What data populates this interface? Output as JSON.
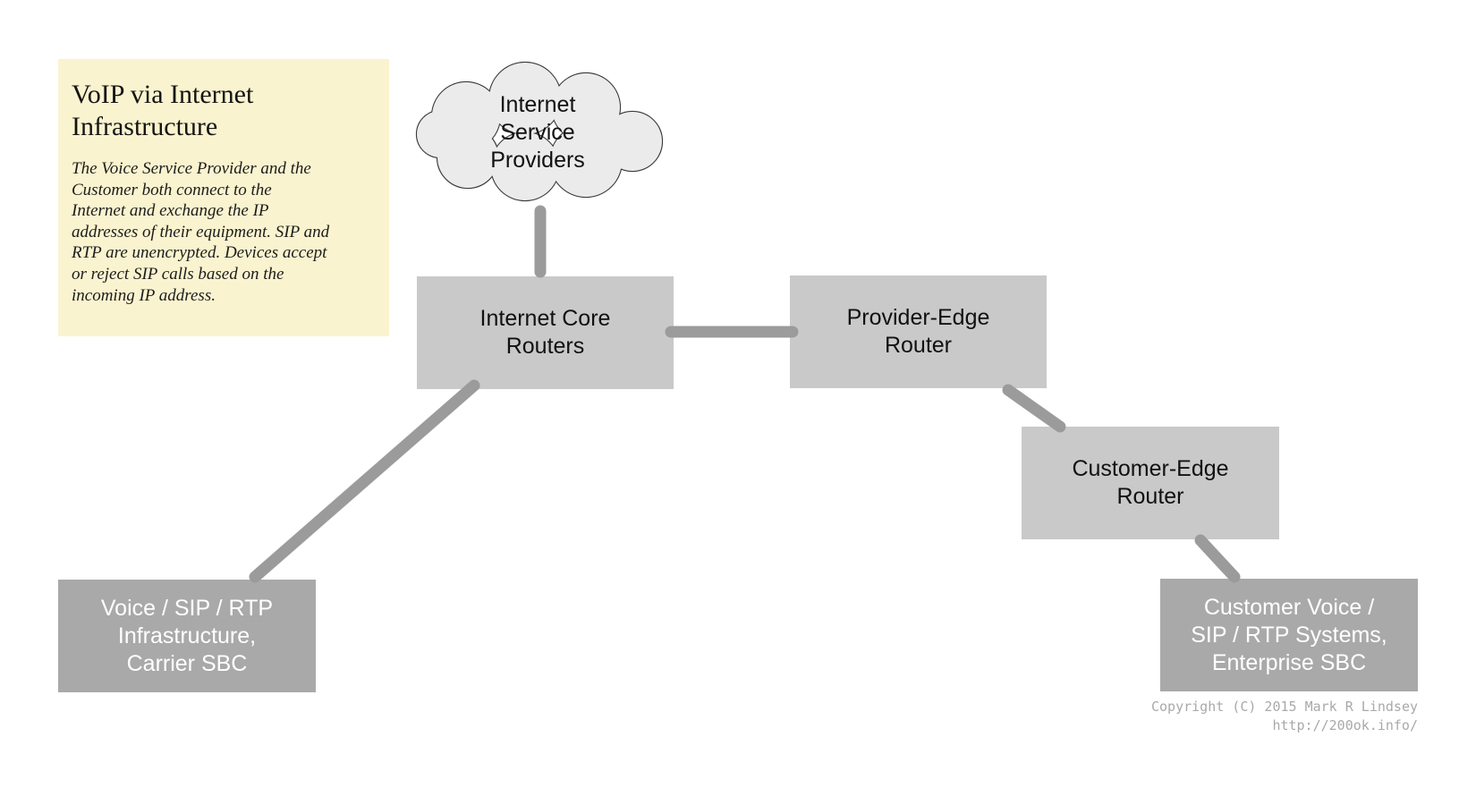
{
  "note": {
    "title": "VoIP via Internet\nInfrastructure",
    "body": "The Voice Service Provider and the\nCustomer both connect to the\nInternet and  exchange the IP\naddresses of their equipment. SIP and\nRTP are unencrypted. Devices accept\nor reject SIP calls based on the\nincoming IP address."
  },
  "nodes": {
    "cloud": {
      "label": "Internet\nService\nProviders"
    },
    "core": {
      "label": "Internet Core\nRouters"
    },
    "provider_edge": {
      "label": "Provider-Edge\nRouter"
    },
    "customer_edge": {
      "label": "Customer-Edge\nRouter"
    },
    "carrier_sbc": {
      "label": "Voice / SIP / RTP\nInfrastructure,\nCarrier SBC"
    },
    "enterprise_sbc": {
      "label": "Customer Voice /\nSIP / RTP Systems,\nEnterprise SBC"
    }
  },
  "edges": [
    {
      "from": "internet-service-providers",
      "to": "internet-core-routers"
    },
    {
      "from": "internet-core-routers",
      "to": "provider-edge-router"
    },
    {
      "from": "internet-core-routers",
      "to": "carrier-sbc"
    },
    {
      "from": "provider-edge-router",
      "to": "customer-edge-router"
    },
    {
      "from": "customer-edge-router",
      "to": "enterprise-sbc"
    }
  ],
  "footer": {
    "copyright": "Copyright (C) 2015 Mark R Lindsey",
    "url": "http://200ok.info/"
  },
  "colors": {
    "note_bg": "#faf3cf",
    "node_light": "#c9c9c9",
    "node_dark": "#a9a9a9",
    "connector": "#9b9b9b",
    "cloud_fill": "#ebebeb"
  }
}
